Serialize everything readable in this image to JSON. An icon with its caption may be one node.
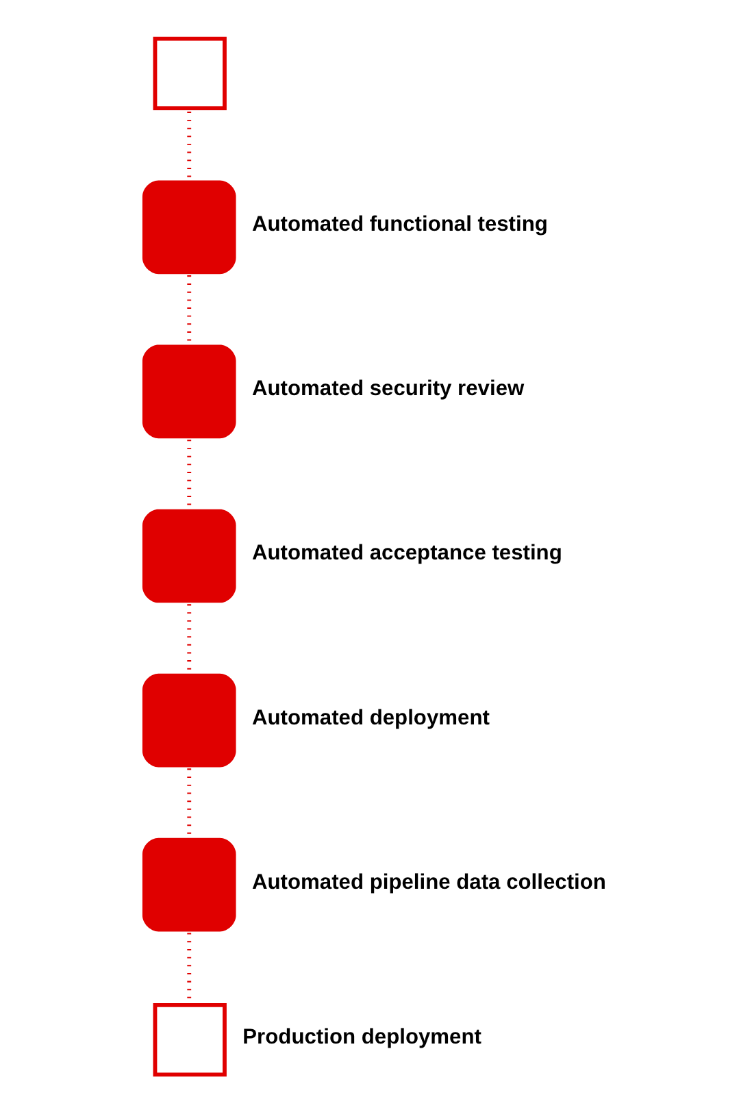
{
  "diagram": {
    "nodes": [
      {
        "text": [],
        "shape": "box"
      },
      {
        "text": [
          "Automated functional testing"
        ]
      },
      {
        "text": [
          "Automated security review"
        ]
      },
      {
        "text": [
          "Automated acceptance testing"
        ]
      },
      {
        "text": [
          "Automated deployment"
        ]
      },
      {
        "text": [
          "Automated pipeline data collection"
        ]
      },
      {
        "text": [
          "Production deployment"
        ]
      }
    ],
    "edges": [
      {
        "from": 0,
        "to": 1,
        "arrow": "none",
        "style": "dashed"
      },
      {
        "from": 1,
        "to": 2,
        "arrow": "none",
        "style": "dashed"
      },
      {
        "from": 2,
        "to": 3,
        "arrow": "none",
        "style": "dashed"
      },
      {
        "from": 3,
        "to": 4,
        "arrow": "none",
        "style": "dashed"
      },
      {
        "from": 4,
        "to": 5,
        "arrow": "none",
        "style": "dashed"
      },
      {
        "from": 5,
        "to": 6,
        "arrow": "none",
        "style": "dashed"
      }
    ]
  }
}
